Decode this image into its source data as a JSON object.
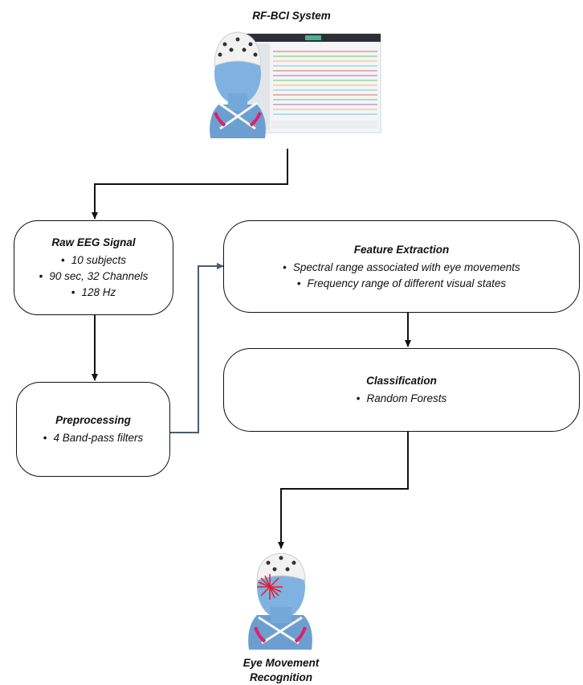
{
  "top_title": "RF-BCI System",
  "boxes": {
    "raw": {
      "title": "Raw EEG Signal",
      "items": [
        "10 subjects",
        "90 sec, 32 Channels",
        "128 Hz"
      ]
    },
    "pre": {
      "title": "Preprocessing",
      "items": [
        "4 Band-pass filters"
      ]
    },
    "feat": {
      "title": "Feature Extraction",
      "items": [
        "Spectral range associated with eye movements",
        "Frequency range of different visual states"
      ]
    },
    "cls": {
      "title": "Classification",
      "items": [
        "Random Forests"
      ]
    }
  },
  "bottom_title": [
    "Eye Movement",
    "Recognition"
  ],
  "colors": {
    "line": "#111111",
    "link": "#4a5a70",
    "accent": "#e8192c"
  }
}
